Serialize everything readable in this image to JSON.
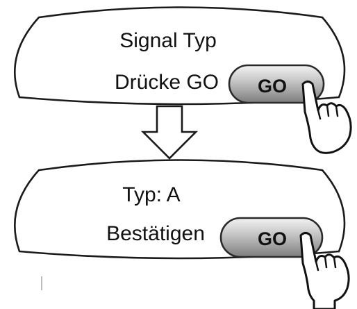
{
  "screens": [
    {
      "line1": "Signal Typ",
      "line2": "Drücke GO",
      "button_label": "GO"
    },
    {
      "line1": "Typ: A",
      "line2": "Bestätigen",
      "button_label": "GO"
    }
  ],
  "connector": {
    "icon": "down-arrow-icon"
  },
  "hand_icon": "pointing-hand-icon"
}
